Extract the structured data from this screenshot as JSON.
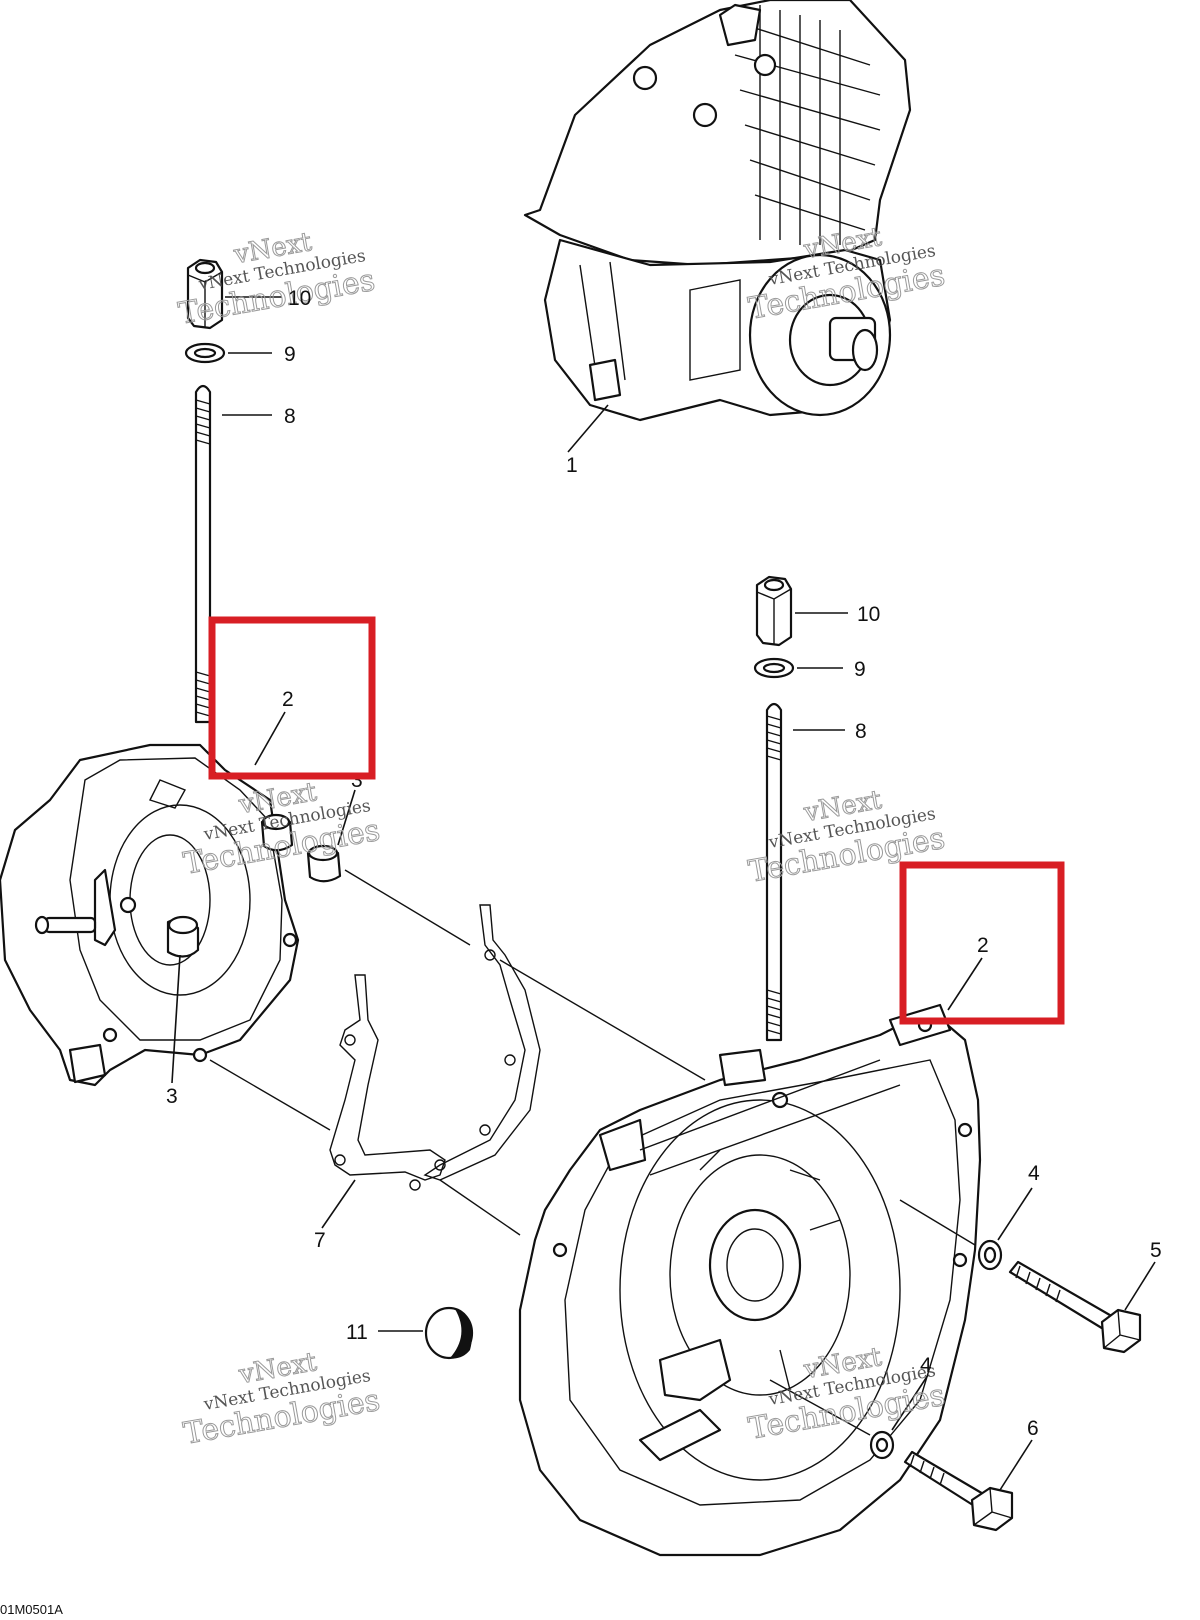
{
  "drawing_code": "01M0501A",
  "watermark": {
    "line1": "vNext Technologies",
    "line2": "vNext",
    "line3": "Technologies"
  },
  "callouts": {
    "c1": "1",
    "c2a": "2",
    "c2b": "2",
    "c3": "3",
    "c3b": "3",
    "c4a": "4",
    "c4b": "4",
    "c5": "5",
    "c6": "6",
    "c7": "7",
    "c8a": "8",
    "c8b": "8",
    "c9a": "9",
    "c9b": "9",
    "c10a": "10",
    "c10b": "10",
    "c11": "11"
  },
  "highlight_color": "#d81e24"
}
